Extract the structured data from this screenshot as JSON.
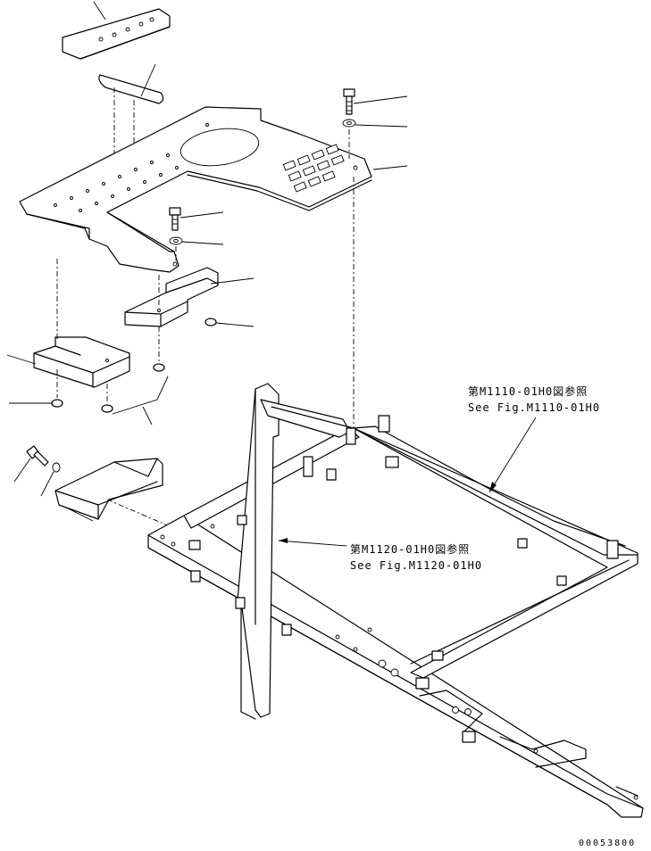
{
  "references": [
    {
      "jp": "第M1110-01H0図参照",
      "en": "See Fig.M1110-01H0"
    },
    {
      "jp": "第M1120-01H0図参照",
      "en": "See Fig.M1120-01H0"
    }
  ],
  "drawing_code": "00053800"
}
